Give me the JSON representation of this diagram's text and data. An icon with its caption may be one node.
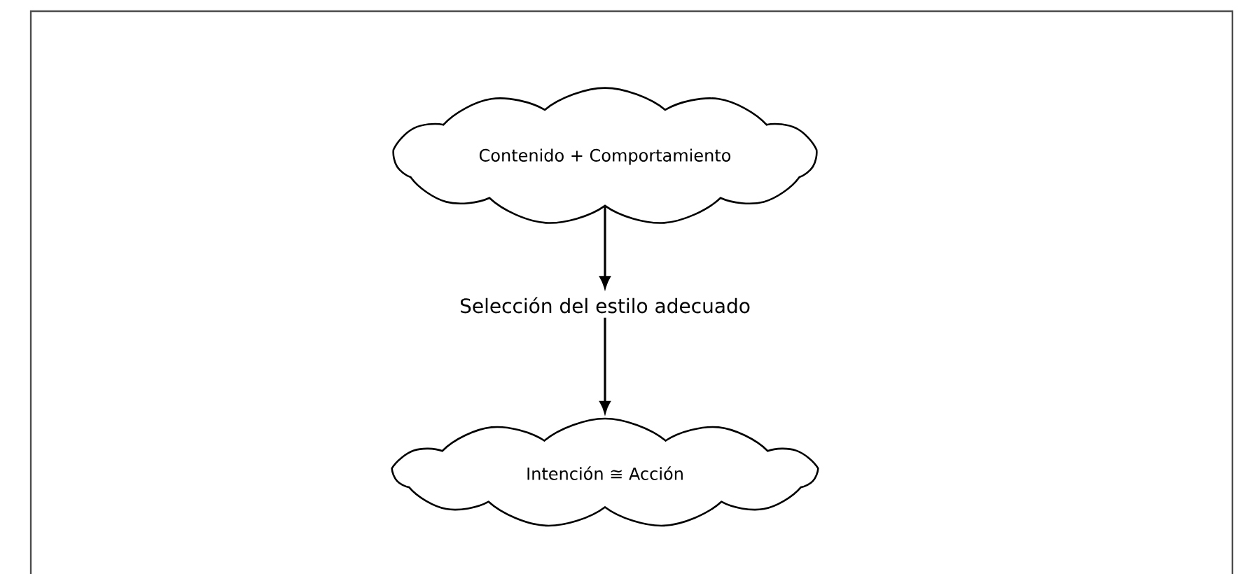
{
  "diagram": {
    "nodes": [
      {
        "text": [
          "Contenido + Comportamiento"
        ]
      },
      {
        "text": [
          "Selección del estilo adecuado"
        ]
      },
      {
        "text": [
          "Intención ≅ Acción"
        ]
      }
    ],
    "edges": [
      {
        "from": 0,
        "to": 1,
        "arrow": "to"
      },
      {
        "from": 1,
        "to": 2,
        "arrow": "to"
      }
    ]
  }
}
